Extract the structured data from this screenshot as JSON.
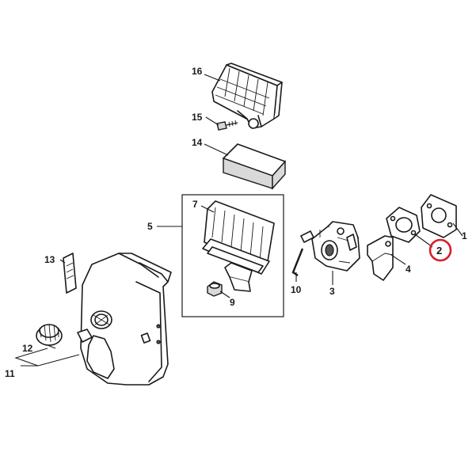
{
  "callouts": [
    {
      "id": "1",
      "label": "1"
    },
    {
      "id": "2",
      "label": "2",
      "highlighted": true
    },
    {
      "id": "3",
      "label": "3"
    },
    {
      "id": "4",
      "label": "4"
    },
    {
      "id": "5",
      "label": "5"
    },
    {
      "id": "7",
      "label": "7"
    },
    {
      "id": "9",
      "label": "9"
    },
    {
      "id": "10",
      "label": "10"
    },
    {
      "id": "11",
      "label": "11"
    },
    {
      "id": "12",
      "label": "12"
    },
    {
      "id": "13",
      "label": "13"
    },
    {
      "id": "14",
      "label": "14"
    },
    {
      "id": "15",
      "label": "15"
    },
    {
      "id": "16",
      "label": "16"
    }
  ],
  "colors": {
    "line": "#1a1a1a",
    "highlight": "#d61f2c",
    "background": "#ffffff"
  }
}
